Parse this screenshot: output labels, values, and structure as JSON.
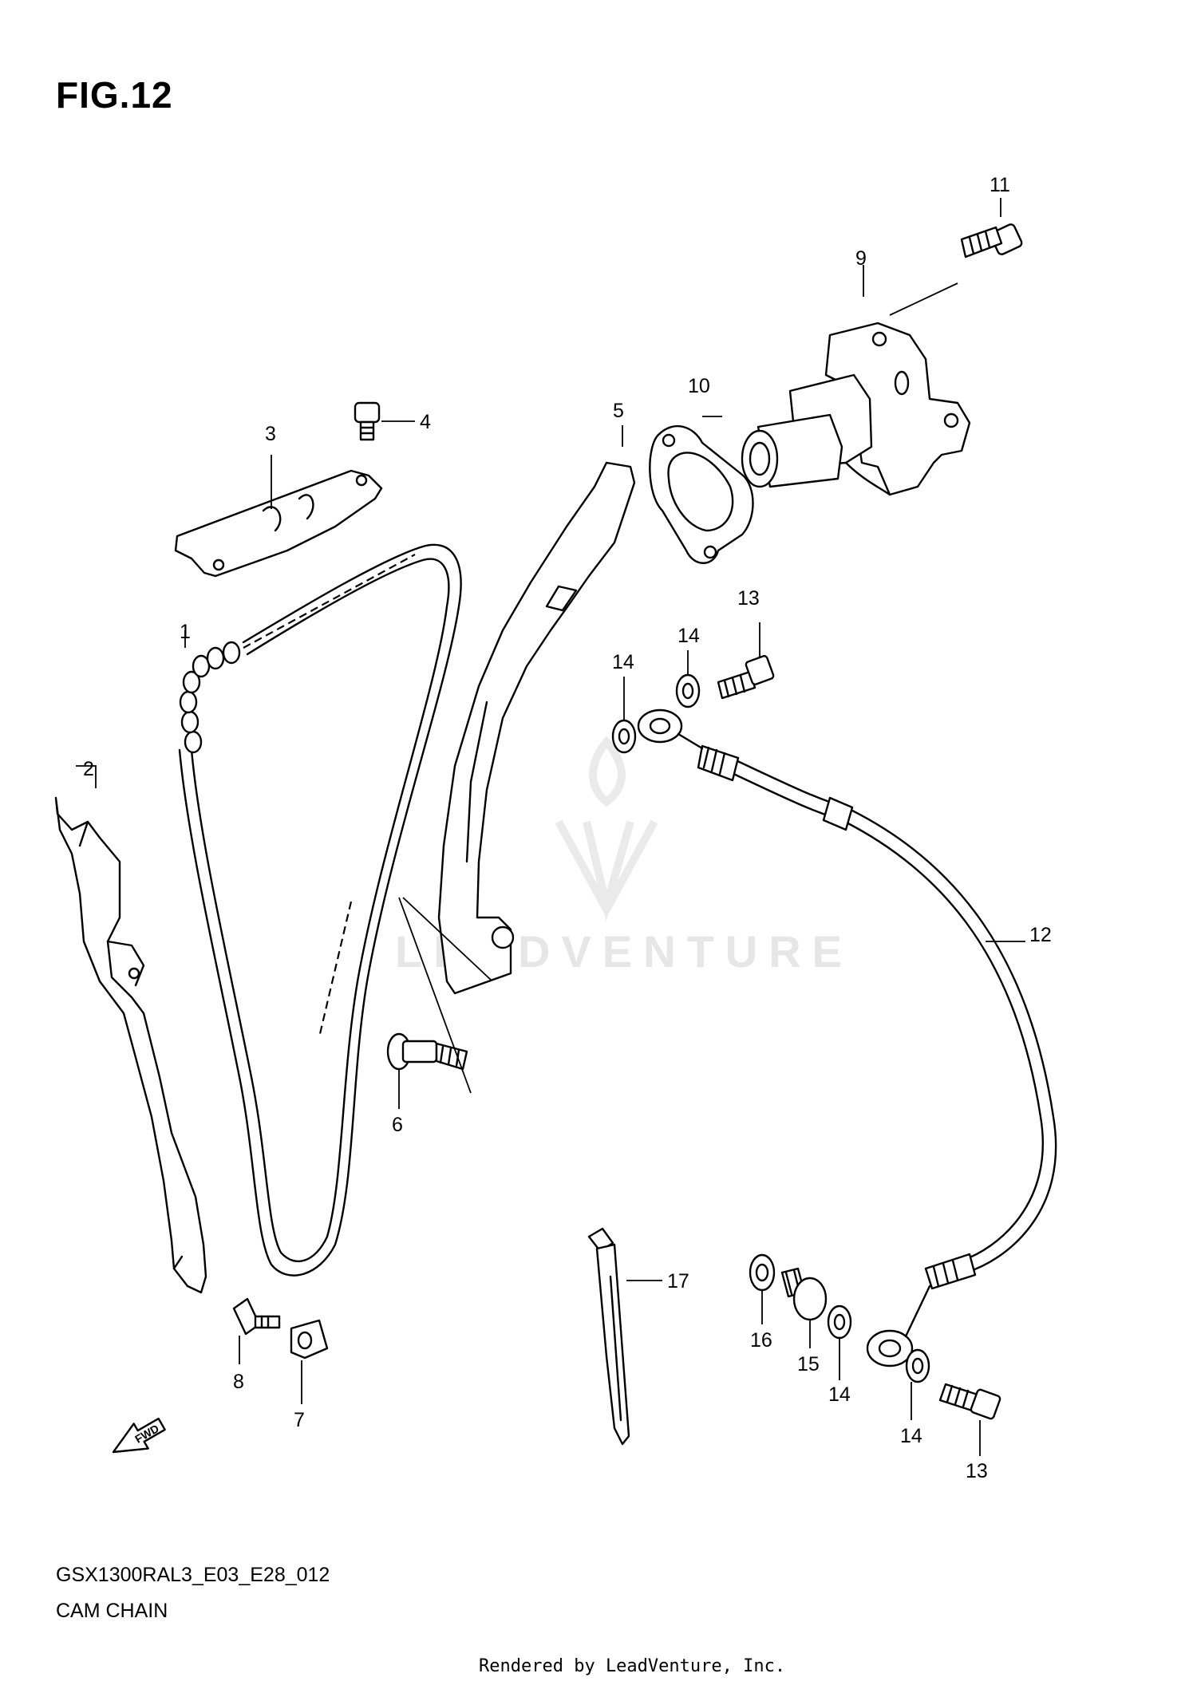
{
  "figure": {
    "title": "FIG.12",
    "code": "GSX1300RAL3_E03_E28_012",
    "name": "CAM CHAIN",
    "credit": "Rendered by LeadVenture, Inc.",
    "watermark": "LEADVENTURE",
    "fwd_label": "FWD"
  },
  "callouts": {
    "c1": "1",
    "c2": "2",
    "c3": "3",
    "c4": "4",
    "c5": "5",
    "c6": "6",
    "c7": "7",
    "c8": "8",
    "c9": "9",
    "c10": "10",
    "c11": "11",
    "c12": "12",
    "c13a": "13",
    "c13b": "13",
    "c14a": "14",
    "c14b": "14",
    "c14c": "14",
    "c14d": "14",
    "c15": "15",
    "c16": "16",
    "c17": "17"
  },
  "colors": {
    "ink": "#000000",
    "watermark": "#e6e6e6",
    "background": "#ffffff"
  }
}
